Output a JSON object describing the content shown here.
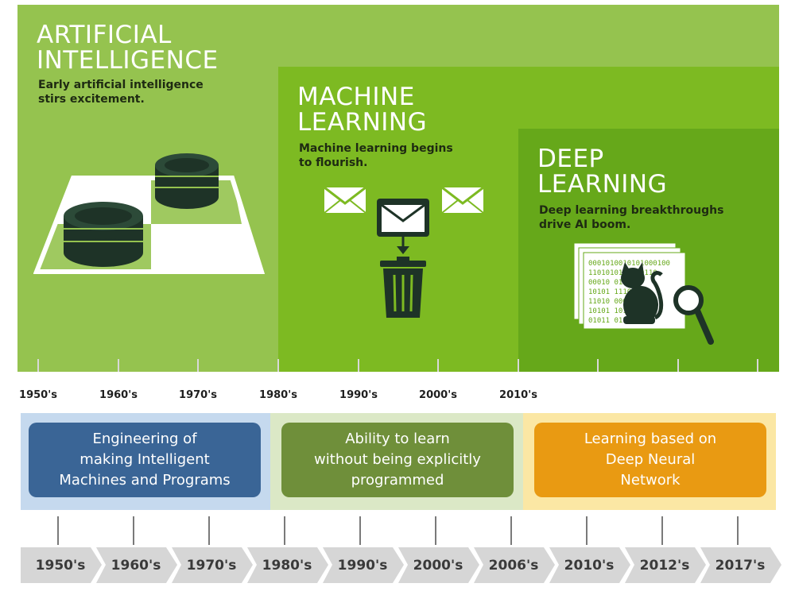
{
  "top_panels": [
    {
      "title": "ARTIFICIAL\nINTELLIGENCE",
      "description": "Early artificial intelligence\nstirs excitement."
    },
    {
      "title": "MACHINE\nLEARNING",
      "description": "Machine learning begins\nto flourish."
    },
    {
      "title": "DEEP\nLEARNING",
      "description": "Deep learning breakthroughs\ndrive AI boom."
    }
  ],
  "binary_lines": [
    "0001010010101000100",
    "1101010101110110",
    "00010 011011",
    "10101 111010",
    "11010 0001",
    "10101 101011",
    "01011 011"
  ],
  "top_axis_labels": [
    "1950's",
    "1960's",
    "1970's",
    "1980's",
    "1990's",
    "2000's",
    "2010's"
  ],
  "bottom_boxes": [
    {
      "text": "Engineering of\nmaking Intelligent\nMachines and Programs",
      "color": "#3a6596",
      "band_color": "#c5d9ee"
    },
    {
      "text": "Ability to learn\nwithout being explicitly\nprogrammed",
      "color": "#6f8f3a",
      "band_color": "#dbe8c6"
    },
    {
      "text": "Learning based on\nDeep Neural\nNetwork",
      "color": "#e99a12",
      "band_color": "#fbe7a4"
    }
  ],
  "bottom_axis_labels": [
    "1950's",
    "1960's",
    "1970's",
    "1980's",
    "1990's",
    "2000's",
    "2006's",
    "2010's",
    "2012's",
    "2017's"
  ],
  "colors": {
    "ai_green": "#95c34f",
    "ml_green": "#7dba22",
    "dl_green": "#66a81a",
    "icon_dark": "#1e3327",
    "chevron_gray": "#d6d6d6"
  }
}
